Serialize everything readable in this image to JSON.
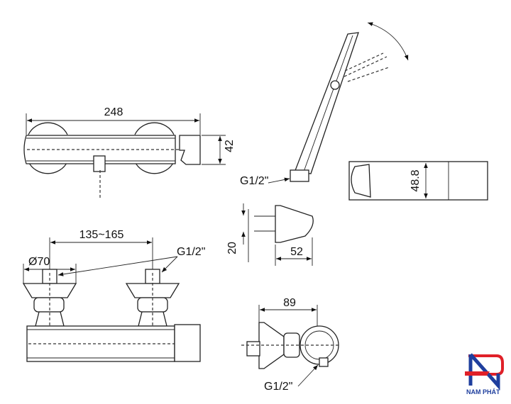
{
  "drawing": {
    "top_view": {
      "length_label": "248",
      "height_label": "42"
    },
    "hand_shower": {
      "thread_label": "G1/2\""
    },
    "holder_side": {
      "height_label": "48.8"
    },
    "wall_bracket": {
      "offset_label": "20",
      "depth_label": "52"
    },
    "front_view": {
      "spacing_label": "135~165",
      "diameter_label": "Ø70",
      "thread_label": "G1/2\""
    },
    "side_view": {
      "depth_label": "89",
      "thread_label": "G1/2\""
    }
  },
  "logo": {
    "text": "NAM PHÁT",
    "colors": {
      "red": "#e02028",
      "blue": "#1f3f9e"
    }
  }
}
